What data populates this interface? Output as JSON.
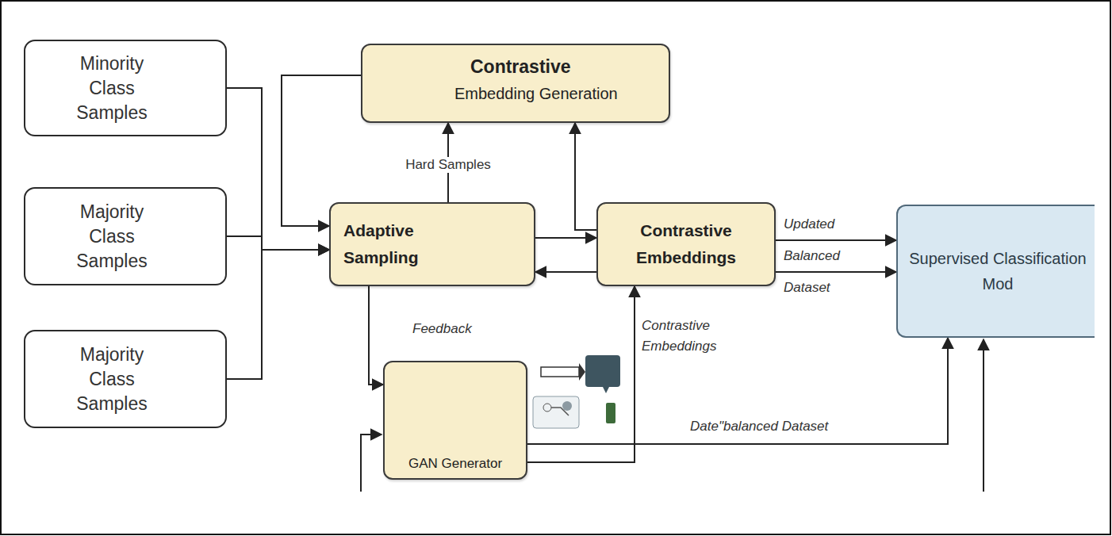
{
  "diagram": {
    "nodes": [
      {
        "text": [
          "Minority Class Samples"
        ]
      },
      {
        "text": [
          "Majority Class Samples"
        ]
      },
      {
        "text": [
          "Majority Class Samples"
        ]
      },
      {
        "text": [
          "Contrastive",
          "Embedding Generation"
        ]
      },
      {
        "text": [
          "Adaptive Sampling"
        ]
      },
      {
        "text": [
          "Contrastive Embeddings"
        ]
      },
      {
        "text": [
          "Supervised Classification Mod"
        ]
      },
      {
        "text": [
          "GAN Generator"
        ]
      }
    ],
    "edges": [
      {
        "from": 0,
        "to": 4,
        "arrow": "to"
      },
      {
        "from": 1,
        "to": 4,
        "arrow": "to"
      },
      {
        "from": 2,
        "to": 4,
        "arrow": "to"
      },
      {
        "from": 3,
        "to": 4,
        "arrow": "to"
      },
      {
        "from": 4,
        "to": 3,
        "label": "Hard Samples",
        "arrow": "to"
      },
      {
        "from": 5,
        "to": 3,
        "arrow": "to"
      },
      {
        "from": 4,
        "to": 5,
        "arrow": "to"
      },
      {
        "from": 5,
        "to": 4,
        "arrow": "to"
      },
      {
        "from": 5,
        "to": 6,
        "label": "Updated Balanced Dataset",
        "arrow": "to"
      },
      {
        "from": 5,
        "to": 6,
        "arrow": "to"
      },
      {
        "from": 4,
        "to": 7,
        "label": "Feedback",
        "arrow": "to"
      },
      {
        "from": 7,
        "to": 5,
        "label": "Contrastive Embeddings",
        "arrow": "to"
      },
      {
        "from": 7,
        "to": 6,
        "label": "Date\"balanced Dataset",
        "arrow": "to"
      }
    ]
  }
}
